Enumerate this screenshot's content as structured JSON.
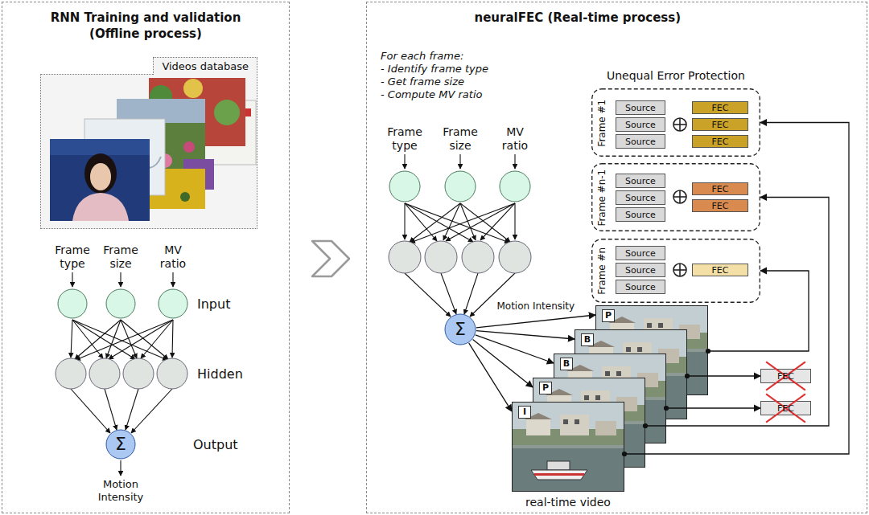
{
  "diagram": {
    "nodes": [
      {
        "text": [
          "RNN Training and validation (Offline process)"
        ]
      },
      {
        "text": [
          "Videos database"
        ],
        "in": 0
      },
      {
        "text": [
          "Frame type"
        ],
        "in": 0
      },
      {
        "text": [
          "Frame size"
        ],
        "in": 0
      },
      {
        "text": [
          "MV ratio"
        ],
        "in": 0
      },
      {
        "text": [
          "Σ"
        ],
        "in": 0
      },
      {
        "text": [
          "neuralFEC (Real-time process)"
        ]
      },
      {
        "text": [
          "Frame type"
        ],
        "in": 6
      },
      {
        "text": [
          "Frame size"
        ],
        "in": 6
      },
      {
        "text": [
          "MV ratio"
        ],
        "in": 6
      },
      {
        "text": [
          "Σ"
        ],
        "in": 6
      },
      {
        "text": [
          "Frame #1"
        ],
        "in": 6
      },
      {
        "text": [
          "Source"
        ],
        "in": 11
      },
      {
        "text": [
          "Source"
        ],
        "in": 11
      },
      {
        "text": [
          "Source"
        ],
        "in": 11
      },
      {
        "text": [
          "FEC"
        ],
        "in": 11
      },
      {
        "text": [
          "FEC"
        ],
        "in": 11
      },
      {
        "text": [
          "FEC"
        ],
        "in": 11
      },
      {
        "text": [
          "Frame #n-1"
        ],
        "in": 6
      },
      {
        "text": [
          "Source"
        ],
        "in": 18
      },
      {
        "text": [
          "Source"
        ],
        "in": 18
      },
      {
        "text": [
          "Source"
        ],
        "in": 18
      },
      {
        "text": [
          "FEC"
        ],
        "in": 18
      },
      {
        "text": [
          "FEC"
        ],
        "in": 18
      },
      {
        "text": [
          "Frame #n"
        ],
        "in": 6
      },
      {
        "text": [
          "Source"
        ],
        "in": 24
      },
      {
        "text": [
          "Source"
        ],
        "in": 24
      },
      {
        "text": [
          "Source"
        ],
        "in": 24
      },
      {
        "text": [
          "FEC"
        ],
        "in": 24
      },
      {
        "text": [
          "P"
        ],
        "in": 6
      },
      {
        "text": [
          "B"
        ],
        "in": 6
      },
      {
        "text": [
          "B"
        ],
        "in": 6
      },
      {
        "text": [
          "P"
        ],
        "in": 6
      },
      {
        "text": [
          "I"
        ],
        "in": 6
      },
      {
        "text": [
          "FEC"
        ],
        "in": 6
      },
      {
        "text": [
          "FEC"
        ],
        "in": 6
      }
    ],
    "edges": [
      {
        "from": 10,
        "to": 29,
        "arrow": "to",
        "label": "Motion Intensity"
      },
      {
        "from": 10,
        "to": 30,
        "arrow": "to"
      },
      {
        "from": 10,
        "to": 31,
        "arrow": "to"
      },
      {
        "from": 10,
        "to": 32,
        "arrow": "to"
      },
      {
        "from": 10,
        "to": 33,
        "arrow": "to"
      },
      {
        "from": 33,
        "to": 11,
        "arrow": "to"
      },
      {
        "from": 32,
        "to": 18,
        "arrow": "to"
      },
      {
        "from": 29,
        "to": 24,
        "arrow": "to"
      },
      {
        "from": 30,
        "to": 34,
        "arrow": "to"
      },
      {
        "from": 31,
        "to": 35,
        "arrow": "to"
      }
    ],
    "labels": [
      "Input",
      "Hidden",
      "Output",
      "Motion Intensity",
      "For each frame:",
      "- Identify frame type",
      "- Get frame size",
      "- Compute MV ratio",
      "Unequal Error Protection",
      "real-time video"
    ]
  }
}
